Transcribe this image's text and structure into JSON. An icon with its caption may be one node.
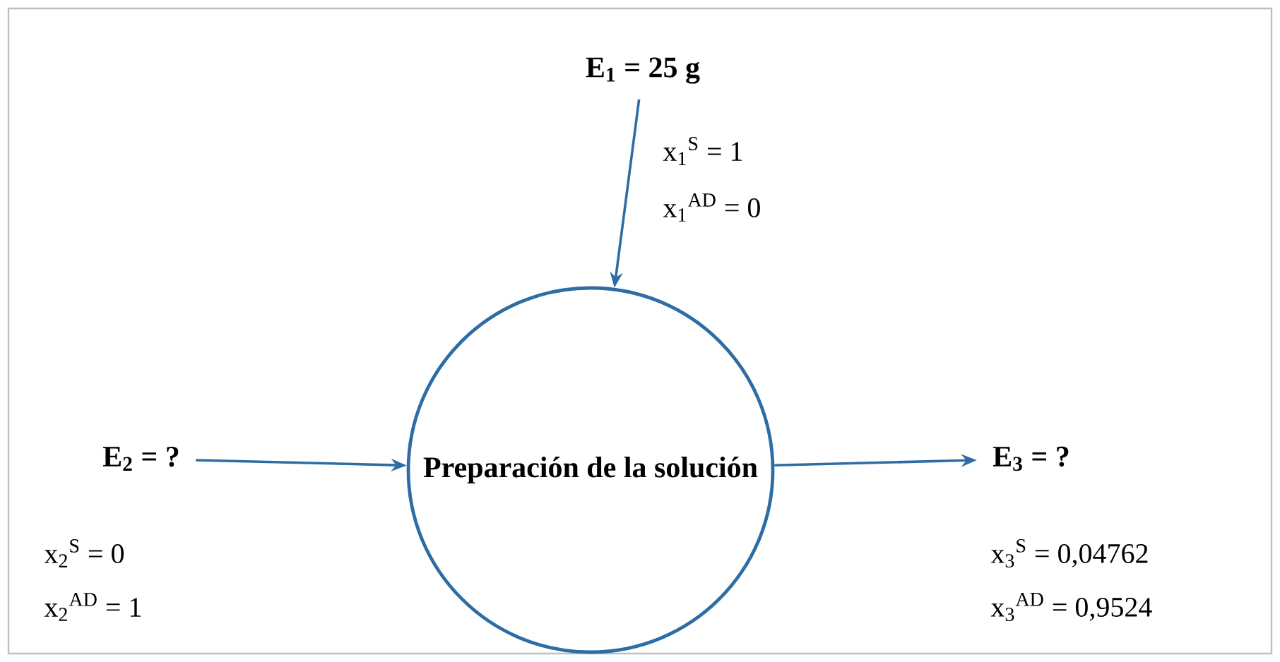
{
  "diagram": {
    "nodes": [
      {
        "text": [
          "E$_{1}$ = 25 g"
        ],
        "beside": [
          "x$_{1}$$^{S}$ = 1",
          "x$_{1}$$^{AD}$ = 0"
        ]
      },
      {
        "text": [
          "Preparación de la solución"
        ]
      },
      {
        "text": [
          "E$_{2}$ = ?"
        ],
        "beside": [
          "x$_{2}$$^{S}$ = 0",
          "x$_{2}$$^{AD}$ = 1"
        ]
      },
      {
        "text": [
          "E$_{3}$ = ?"
        ],
        "beside": [
          "x$_{3}$$^{S}$ = 0,04762",
          "x$_{3}$$^{AD}$ = 0,9524"
        ]
      }
    ],
    "edges": [
      {
        "from": 0,
        "to": 1,
        "arrow": "to"
      },
      {
        "from": 2,
        "to": 1,
        "arrow": "to"
      },
      {
        "from": 1,
        "to": 3,
        "arrow": "to"
      }
    ]
  }
}
